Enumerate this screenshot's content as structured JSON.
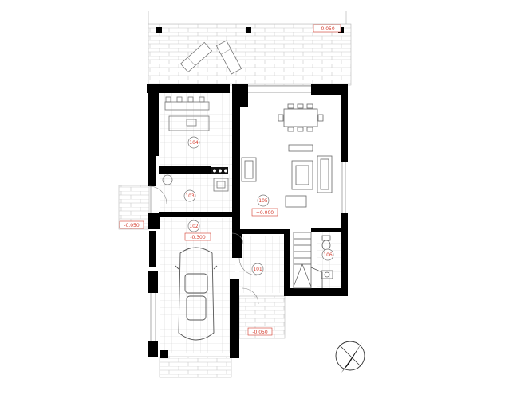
{
  "rooms": [
    {
      "id": "room-101",
      "number": "101"
    },
    {
      "id": "room-102",
      "number": "102"
    },
    {
      "id": "room-103",
      "number": "103"
    },
    {
      "id": "room-104",
      "number": "104"
    },
    {
      "id": "room-105",
      "number": "105"
    },
    {
      "id": "room-106",
      "number": "106"
    }
  ],
  "levels": {
    "terrace": "-0.050",
    "side_entry": "-0.050",
    "front_entry": "-0.050",
    "garage": "-0.300",
    "living": "+0.000"
  },
  "colors": {
    "wall": "#000000",
    "tile": "#d4d4d4",
    "paving": "#c8c8c8",
    "label_red": "#d33a2c"
  },
  "icons": [
    "north-arrow-icon",
    "car-icon",
    "sun-lounger-icon",
    "dining-table-icon",
    "sofa-icon",
    "armchair-icon",
    "stove-icon",
    "toilet-icon"
  ]
}
